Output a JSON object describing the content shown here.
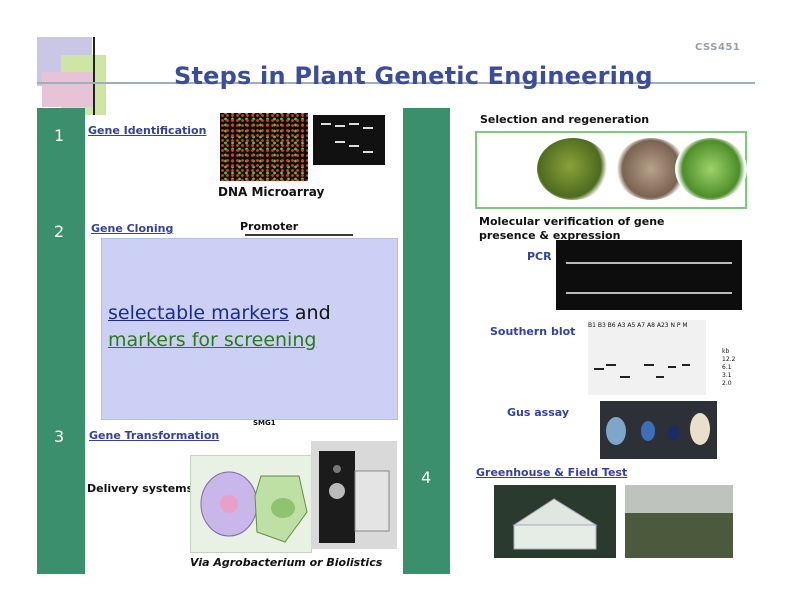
{
  "slide": {
    "course_code": "CSS451",
    "title": "Steps in Plant Genetic Engineering"
  },
  "steps": {
    "num1": "1",
    "num2": "2",
    "num3": "3",
    "num4": "4",
    "gene_identification": "Gene Identification",
    "dna_microarray": "DNA Microarray",
    "gene_cloning": "Gene Cloning",
    "promoter": "Promoter",
    "smg1": "SMG1",
    "gene_transformation": "Gene Transformation",
    "delivery_systems": "Delivery systems",
    "via_text": "Via Agrobacterium or Biolistics"
  },
  "right": {
    "selection": "Selection and regeneration",
    "molecular": "Molecular verification of gene presence & expression",
    "pcr": "PCR",
    "southern": "Southern blot",
    "southern_lanes": "B1 B3 B6   A3 A5 A7 A8 A23 N  P  M",
    "southern_kb": [
      "kb",
      "12.2",
      "6.1",
      "3.1",
      "2.0"
    ],
    "gus": "Gus assay",
    "greenhouse": "Greenhouse & Field Test"
  },
  "overlay": {
    "link1": "selectable markers",
    "and": " and",
    "link2": "markers for screening"
  },
  "colors": {
    "title": "#3c4c9c",
    "column_green": "#3b8f6c",
    "overlay_bg": "#cdd0f5"
  }
}
